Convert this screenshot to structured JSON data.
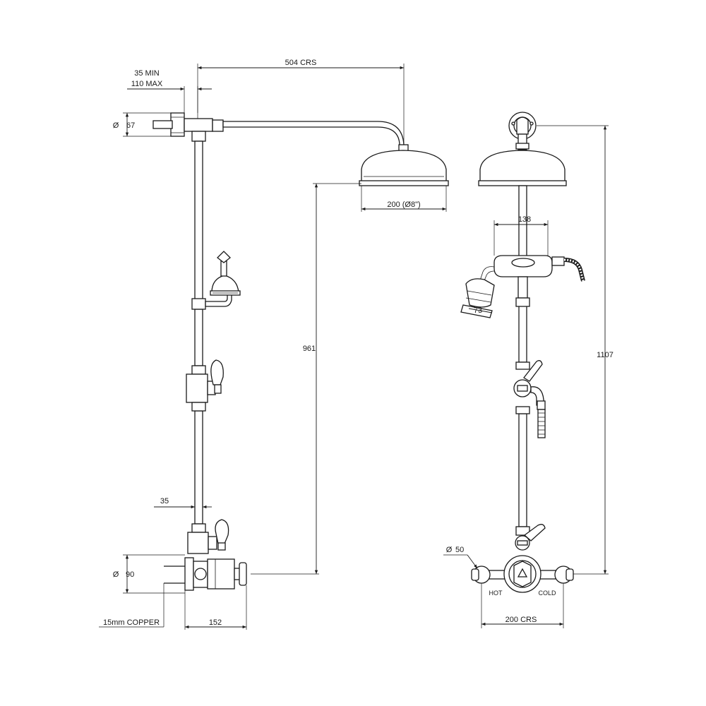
{
  "side_view": {
    "dim_top_spacing": "504 CRS",
    "dim_wall_min": "35 MIN",
    "dim_wall_max": "110 MAX",
    "dim_flange": "67",
    "dim_head": "200 (Ø8\")",
    "dim_height": "961",
    "dim_pipe_offset": "35",
    "dim_body": "90",
    "dim_depth": "152",
    "inlet_label": "15mm COPPER"
  },
  "front_view": {
    "dim_holder": "138",
    "dim_handset": "73",
    "dim_overall_height": "1107",
    "dim_elbow": "50",
    "hot_label": "HOT",
    "cold_label": "COLD",
    "dim_centres": "200 CRS"
  },
  "symbols": {
    "diameter": "Ø"
  }
}
